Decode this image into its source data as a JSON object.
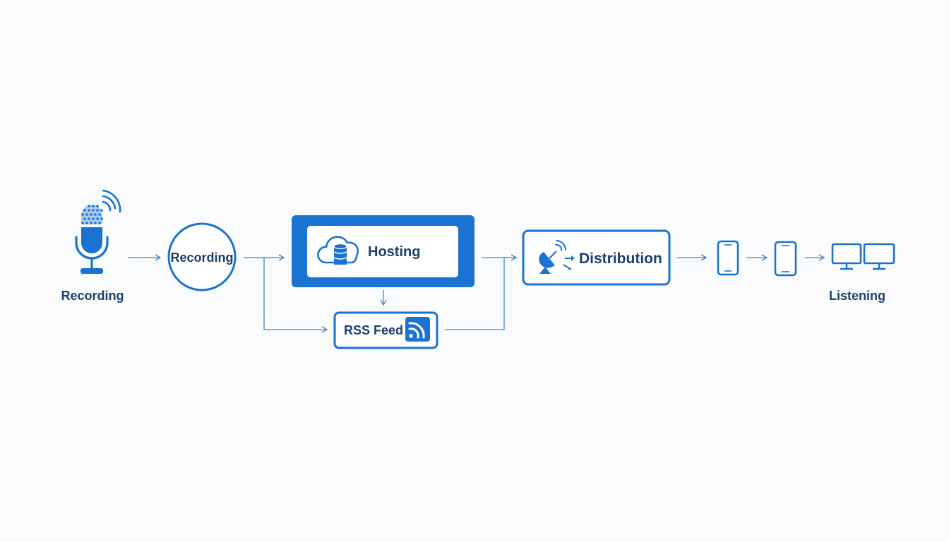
{
  "diagram": {
    "colors": {
      "primary": "#1b73d1",
      "text": "#1d3f6b",
      "line": "#3d84cf",
      "background": "#fafbfc"
    },
    "stages": {
      "source": {
        "label": "Recording",
        "icon": "microphone-icon"
      },
      "recording": {
        "label": "Recording"
      },
      "hosting": {
        "label": "Hosting",
        "icon": "cloud-database-icon"
      },
      "rss": {
        "label": "RSS Feed",
        "icon": "rss-icon"
      },
      "distribution": {
        "label": "Distribution",
        "icon": "satellite-dish-icon"
      },
      "listening": {
        "label": "Listening",
        "icons": [
          "smartphone-icon",
          "smartphone-icon",
          "desktop-monitors-icon"
        ]
      }
    }
  }
}
